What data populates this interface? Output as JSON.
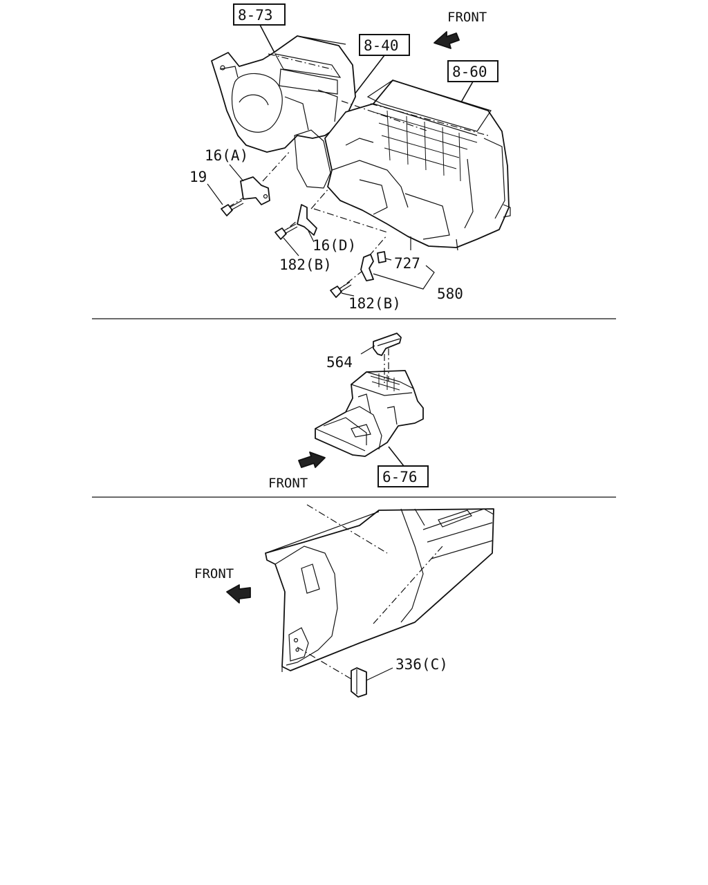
{
  "panel_top": {
    "refs": {
      "r1": "8-73",
      "r2": "8-40",
      "r3": "8-60"
    },
    "front": "FRONT",
    "callouts": {
      "c16a": "16(A)",
      "c19": "19",
      "c16d": "16(D)",
      "c182b_1": "182(B)",
      "c182b_2": "182(B)",
      "c727": "727",
      "c580": "580"
    }
  },
  "panel_middle": {
    "ref": "6-76",
    "front": "FRONT",
    "callouts": {
      "c564": "564"
    }
  },
  "panel_bottom": {
    "front": "FRONT",
    "callouts": {
      "c336c": "336(C)"
    }
  },
  "icons": {
    "front_arrow": "front-arrow-icon"
  }
}
